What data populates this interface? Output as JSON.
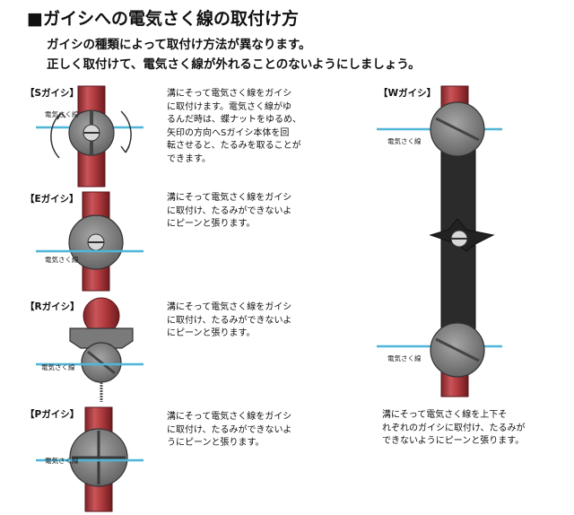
{
  "title": "■ガイシへの電気さく線の取付け方",
  "subtitle_lines": [
    "ガイシの種類によって取付け方法が異なります。",
    "正しく取付けて、電気さく線が外れることのないようにしましょう。"
  ],
  "sections": [
    {
      "label": "【Sガイシ】",
      "wire_label": "電気さく線",
      "description": "溝にそって電気さく線をガイシ\nに取付けます。電気さく線がゆ\nるんだ時は、蝶ナットをゆるめ、\n矢印の方向へSガイシ本体を回\n転させると、たるみを取ることが\nできます。"
    },
    {
      "label": "【Eガイシ】",
      "wire_label": "電気さく線",
      "description": "溝にそって電気さく線をガイシ\nに取付け、たるみができないよ\nにピーンと張ります。"
    },
    {
      "label": "【Rガイシ】",
      "wire_label": "電気さく線",
      "description": "溝にそって電気さく線をガイシ\nに取付け、たるみができないよ\nにピーンと張ります。"
    },
    {
      "label": "【Pガイシ】",
      "wire_label": "電気さく線",
      "description": "溝にそって電気さく線をガイシ\nに取付け、たるみができないよ\nうにピーンと張ります。"
    },
    {
      "label": "【Wガイシ】",
      "wire_label_top": "電気さく線",
      "wire_label_bottom": "電気さく線",
      "description": "溝にそって電気さく線を上下そ\nれぞれのガイシに取付け、たるみが\nできないようにピーンと張ります。"
    }
  ],
  "colors": {
    "post": "#b23b3e",
    "post_dark": "#7e2326",
    "insulator": "#8a8a8a",
    "wire": "#4fb6d8",
    "bracket": "#2b2b2b"
  }
}
